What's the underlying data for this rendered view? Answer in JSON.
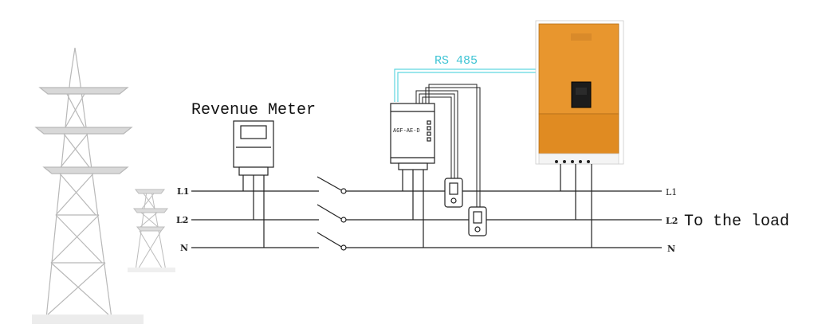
{
  "labels": {
    "revenue_meter": "Revenue Meter",
    "rs485": "RS 485",
    "to_load": "To the load",
    "device_text": "AGF-AE-D"
  },
  "lines_left": [
    "L1",
    "L2",
    "N"
  ],
  "lines_right": [
    "L1",
    "L2",
    "N"
  ],
  "colors": {
    "inverter_body": "#e8962e",
    "inverter_dark": "#c97a1c",
    "rs485_line": "#5fd6e0",
    "rs485_text": "#3fc4d4",
    "wire": "#222222",
    "tower": "#b4b4b4"
  }
}
